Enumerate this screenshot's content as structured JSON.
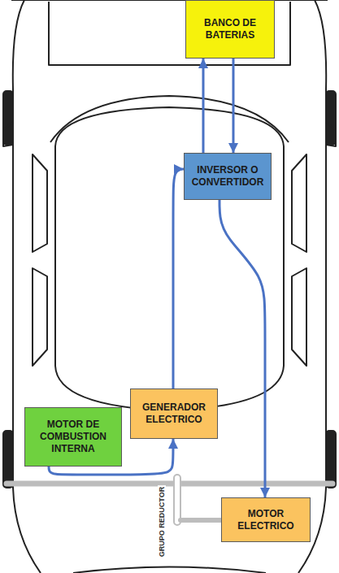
{
  "diagram": {
    "nodes": [
      {
        "text": [
          "BANCO DE BATERIAS"
        ]
      },
      {
        "text": [
          "INVERSOR O CONVERTIDOR"
        ]
      },
      {
        "text": [
          "GENERADOR ELECTRICO"
        ]
      },
      {
        "text": [
          "MOTOR DE COMBUSTION INTERNA"
        ]
      },
      {
        "text": [
          "MOTOR ELECTRICO"
        ]
      }
    ],
    "edges": [
      {
        "from": 1,
        "to": 0,
        "arrow": "to"
      },
      {
        "from": 0,
        "to": 1,
        "arrow": "to"
      },
      {
        "from": 2,
        "to": 1,
        "arrow": "to"
      },
      {
        "from": 3,
        "to": 2,
        "arrow": "to"
      },
      {
        "from": 1,
        "to": 4,
        "arrow": "to"
      }
    ],
    "labels": [
      "GRUPO REDUCTOR"
    ]
  }
}
